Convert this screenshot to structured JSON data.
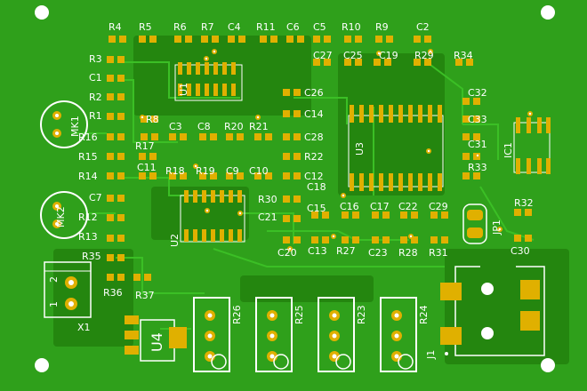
{
  "colors": {
    "board": "#2fa01b",
    "board_dark": "#24860f",
    "copper": "#3bbf25",
    "pad": "#e0b000",
    "silk": "#ffffff",
    "hole": "#ffffff"
  },
  "labels": {
    "R4": "R4",
    "R5": "R5",
    "R6": "R6",
    "R7": "R7",
    "C4": "C4",
    "R11": "R11",
    "C6": "C6",
    "C5": "C5",
    "R10": "R10",
    "R9": "R9",
    "C2": "C2",
    "C27": "C27",
    "C25": "C25",
    "C19": "C19",
    "R29": "R29",
    "R34": "R34",
    "R3": "R3",
    "C1": "C1",
    "R2": "R2",
    "R1": "R1",
    "R16": "R16",
    "R15": "R15",
    "R14": "R14",
    "C7": "C7",
    "R12": "R12",
    "R13": "R13",
    "R35": "R35",
    "R36": "R36",
    "R37": "R37",
    "MK1": "MK1",
    "MK2": "MK2",
    "X1": "X1",
    "X1_pin1": "1",
    "X1_pin2": "2",
    "U1": "U1",
    "U2": "U2",
    "U3": "U3",
    "U4": "U4",
    "IC1": "IC1",
    "JP1": "JP1",
    "J1": "J1",
    "R8": "R8",
    "C3": "C3",
    "C8": "C8",
    "R20": "R20",
    "R21": "R21",
    "R17": "R17",
    "C11": "C11",
    "R18": "R18",
    "R19": "R19",
    "C9": "C9",
    "C10": "C10",
    "C26": "C26",
    "C14": "C14",
    "C28": "C28",
    "R22": "R22",
    "C12": "C12",
    "C18": "C18",
    "R30": "R30",
    "C21": "C21",
    "C15": "C15",
    "C16": "C16",
    "C17": "C17",
    "C22": "C22",
    "C29": "C29",
    "C20": "C20",
    "C13": "C13",
    "R27": "R27",
    "C23": "C23",
    "R28": "R28",
    "R31": "R31",
    "C32": "C32",
    "C33": "C33",
    "C31": "C31",
    "R33": "R33",
    "R32": "R32",
    "C30": "C30",
    "R26": "R26",
    "R25": "R25",
    "R23": "R23",
    "R24": "R24"
  }
}
